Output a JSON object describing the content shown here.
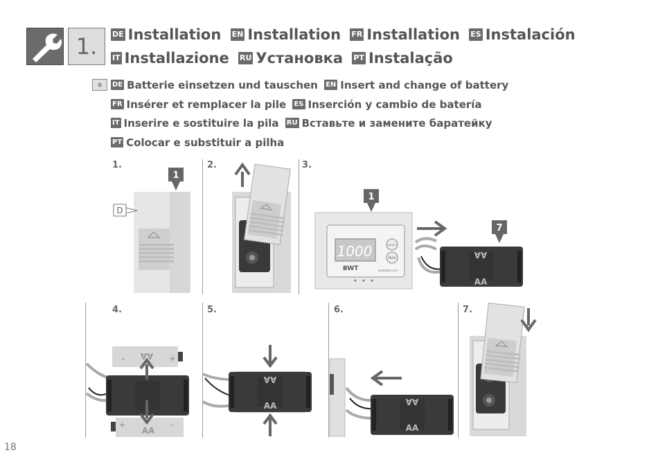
{
  "header": {
    "step_number": "1.",
    "wrench_icon": "wrench-icon",
    "title_row1": [
      {
        "lang": "DE",
        "text": "Installation"
      },
      {
        "lang": "EN",
        "text": "Installation"
      },
      {
        "lang": "FR",
        "text": "Installation"
      },
      {
        "lang": "ES",
        "text": "Instalación"
      }
    ],
    "title_row2": [
      {
        "lang": "IT",
        "text": "Installazione"
      },
      {
        "lang": "RU",
        "text": "Установка"
      },
      {
        "lang": "PT",
        "text": "Instalação"
      }
    ]
  },
  "section_a": {
    "marker": "a",
    "lines": [
      [
        {
          "lang": "DE",
          "text": "Batterie einsetzen und tauschen"
        },
        {
          "lang": "EN",
          "text": "Insert and change of battery"
        }
      ],
      [
        {
          "lang": "FR",
          "text": "Insérer et remplacer la pile"
        },
        {
          "lang": "ES",
          "text": "Inserción y cambio de batería"
        }
      ],
      [
        {
          "lang": "IT",
          "text": "Inserire e sostituire la pila"
        },
        {
          "lang": "RU",
          "text": "Вставьте и замените баратейку"
        }
      ],
      [
        {
          "lang": "PT",
          "text": "Colocar e substituir a pilha"
        }
      ]
    ]
  },
  "steps": {
    "s1": "1.",
    "s2": "2.",
    "s3": "3.",
    "s4": "4.",
    "s5": "5.",
    "s6": "6.",
    "s7": "7."
  },
  "callouts": {
    "c1": "1",
    "c3": "1",
    "c3b": "7",
    "d_label": "D"
  },
  "display": {
    "reading": "1000",
    "brand": "BWT",
    "btn1": "SELECT",
    "btn2": "PROG",
    "url": "www.bwt.com"
  },
  "battery": {
    "label": "AA",
    "plus": "+",
    "minus": "–"
  },
  "page_number": "18",
  "colors": {
    "tag_bg": "#6b6b6b",
    "text": "#555555",
    "device": "#dcdcdc",
    "battery_holder": "#3a3a3a"
  }
}
